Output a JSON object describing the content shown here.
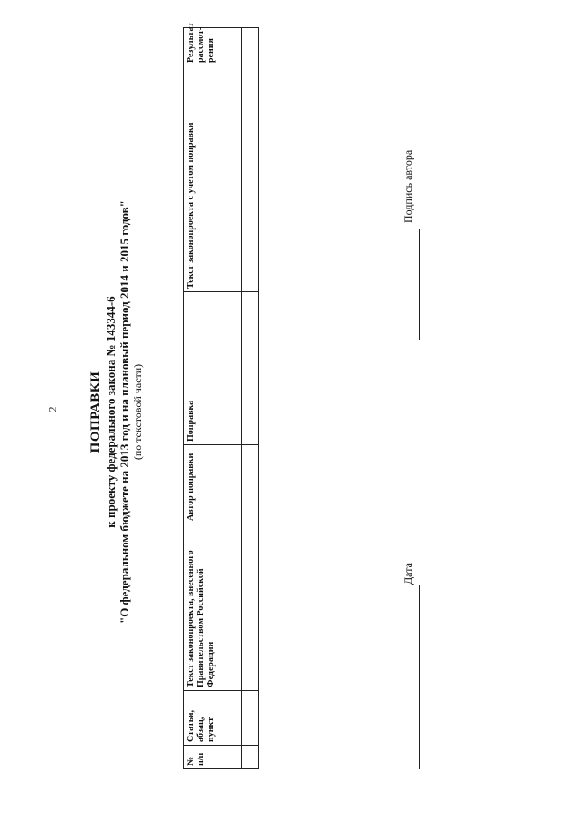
{
  "page_number": "2",
  "title": "ПОПРАВКИ",
  "subtitle_line1": "к проекту федерального закона № 143344-6",
  "subtitle_line2": "\"О федеральном бюджете на 2013 год и на плановый период 2014 и 2015 годов\"",
  "subtitle_line3": "(по текстовой части)",
  "table": {
    "columns": [
      "№ п/п",
      "Статья, абзац, пункт",
      "Текст законопроекта, внесенного Правительством Российской Федерации",
      "Автор поправки",
      "Поправка",
      "Текст законопроекта с учетом поправки",
      "Результат рассмот-рения"
    ]
  },
  "footer": {
    "date_label": "Дата",
    "signature_label": "Подпись автора"
  }
}
